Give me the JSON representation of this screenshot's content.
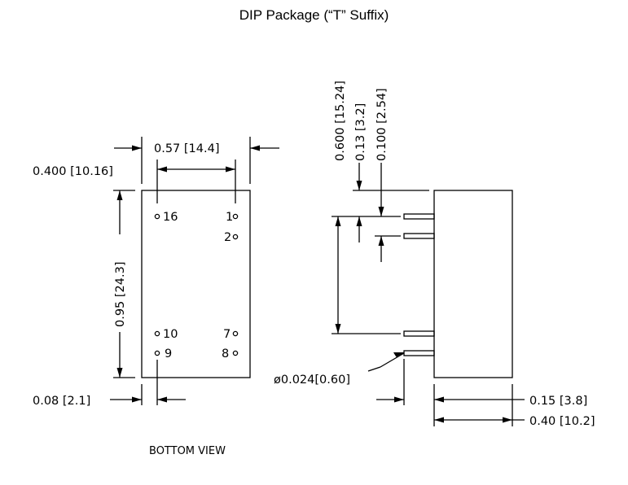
{
  "title": "DIP Package (“T” Suffix)",
  "bottom_view": {
    "label": "BOTTOM  VIEW",
    "pins": {
      "p16": "16",
      "p1": "1",
      "p2": "2",
      "p10": "10",
      "p7": "7",
      "p9": "9",
      "p8": "8"
    }
  },
  "dimensions": {
    "pin_row_spacing": "0.57 [14.4]",
    "pin_pitch_width": "0.400 [10.16]",
    "body_length": "0.95 [24.3]",
    "pin_edge_offset": "0.08 [2.1]",
    "pin_span_side": "0.600 [15.24]",
    "pin_offset_side": "0.13 [3.2]",
    "pin_pitch_side": "0.100 [2.54]",
    "pin_diameter": "ø0.024[0.60]",
    "pin_length": "0.15 [3.8]",
    "body_height": "0.40 [10.2]"
  }
}
